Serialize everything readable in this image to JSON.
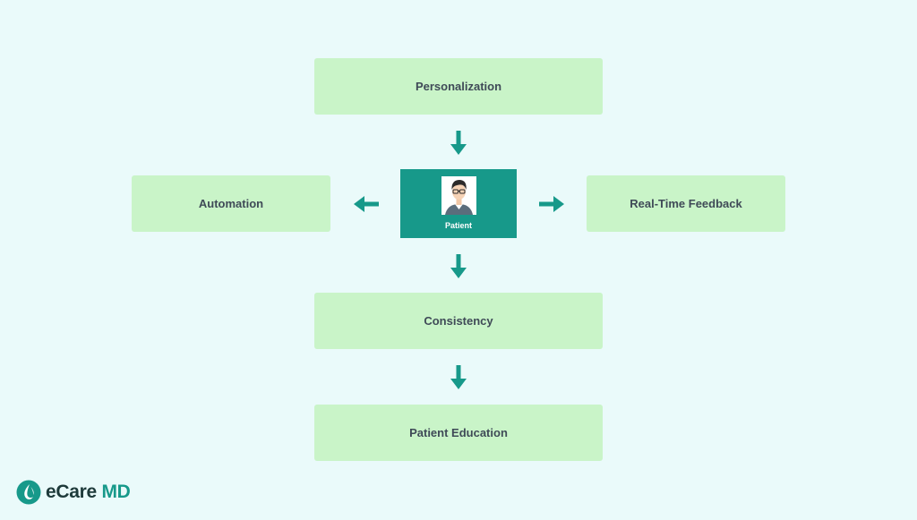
{
  "diagram": {
    "center": {
      "label": "Patient"
    },
    "nodes": {
      "personalization": "Personalization",
      "automation": "Automation",
      "feedback": "Real-Time Feedback",
      "consistency": "Consistency",
      "education": "Patient Education"
    },
    "edges": [
      {
        "from": "Personalization",
        "to": "Patient"
      },
      {
        "from": "Patient",
        "to": "Automation"
      },
      {
        "from": "Patient",
        "to": "Real-Time Feedback"
      },
      {
        "from": "Patient",
        "to": "Consistency"
      },
      {
        "from": "Consistency",
        "to": "Patient Education"
      }
    ]
  },
  "brand": {
    "name_part1": "eCare",
    "name_part2": "MD",
    "accent_color": "#17998a",
    "box_color": "#c9f4c8",
    "background_color": "#eafafa"
  }
}
